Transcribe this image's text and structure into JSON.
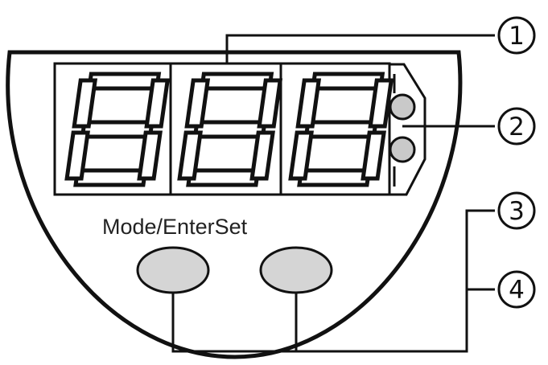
{
  "device": {
    "display": {
      "digit_count": 3,
      "digit_style": "seven-segment, all segments outlined (no value shown)"
    },
    "leds": [
      "led-top",
      "led-bottom"
    ],
    "button_label": "Mode/EnterSet",
    "buttons": [
      "mode-enter-button",
      "set-button"
    ],
    "colors": {
      "outline": "#111111",
      "button_fill": "#d5d5d5",
      "led_fill": "#c9c9c9",
      "background": "#ffffff"
    }
  },
  "callouts": [
    {
      "number": "1",
      "target": "display digits"
    },
    {
      "number": "2",
      "target": "LEDs"
    },
    {
      "number": "3",
      "target": "buttons"
    },
    {
      "number": "4",
      "target": "buttons"
    }
  ]
}
